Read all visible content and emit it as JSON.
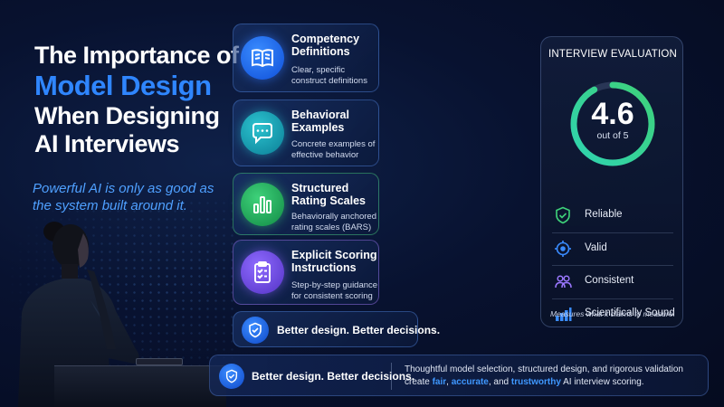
{
  "title": {
    "line1": "The Importance of",
    "accent": "Model Design",
    "line3": "When Designing",
    "line4": "AI Interviews"
  },
  "tagline": "Powerful AI is only as good as the system built around it.",
  "cards": [
    {
      "title": "Competency Definitions",
      "desc": "Clear, specific construct definitions",
      "icon": "book-icon"
    },
    {
      "title": "Behavioral Examples",
      "desc": "Concrete examples of effective behavior",
      "icon": "chat-bubble-icon"
    },
    {
      "title": "Structured Rating Scales",
      "desc": "Behaviorally anchored rating scales (BARS)",
      "icon": "bar-chart-icon"
    },
    {
      "title": "Explicit Scoring Instructions",
      "desc": "Step-by-step guidance for consistent scoring",
      "icon": "clipboard-check-icon"
    }
  ],
  "mini_banner": {
    "text": "Better design. Better decisions.",
    "icon": "shield-check-icon"
  },
  "evaluation": {
    "title": "INTERVIEW EVALUATION",
    "score": "4.6",
    "score_sub": "out of 5",
    "score_value": 4.6,
    "score_max": 5,
    "items": [
      {
        "label": "Reliable",
        "icon": "shield-check-icon",
        "color": "#3ed27a"
      },
      {
        "label": "Valid",
        "icon": "target-icon",
        "color": "#3a8cff"
      },
      {
        "label": "Consistent",
        "icon": "people-icon",
        "color": "#9b78ff"
      },
      {
        "label": "Scientifically Sound",
        "icon": "bar-chart-icon",
        "color": "#3a8cff"
      }
    ],
    "footer": "Measures what it claims to measure."
  },
  "banner": {
    "left": "Better design. Better decisions.",
    "right_part1": "Thoughtful model selection, structured design, and rigorous validation create ",
    "hl1": "fair",
    "sep1": ", ",
    "hl2": "accurate",
    "sep2": ", and ",
    "hl3": "trustworthy",
    "right_part2": " AI interview scoring."
  },
  "colors": {
    "accent_blue": "#2f86ff",
    "green": "#3ed27a",
    "teal": "#2cc3cf",
    "purple": "#8f6bff",
    "background": "#081230"
  }
}
